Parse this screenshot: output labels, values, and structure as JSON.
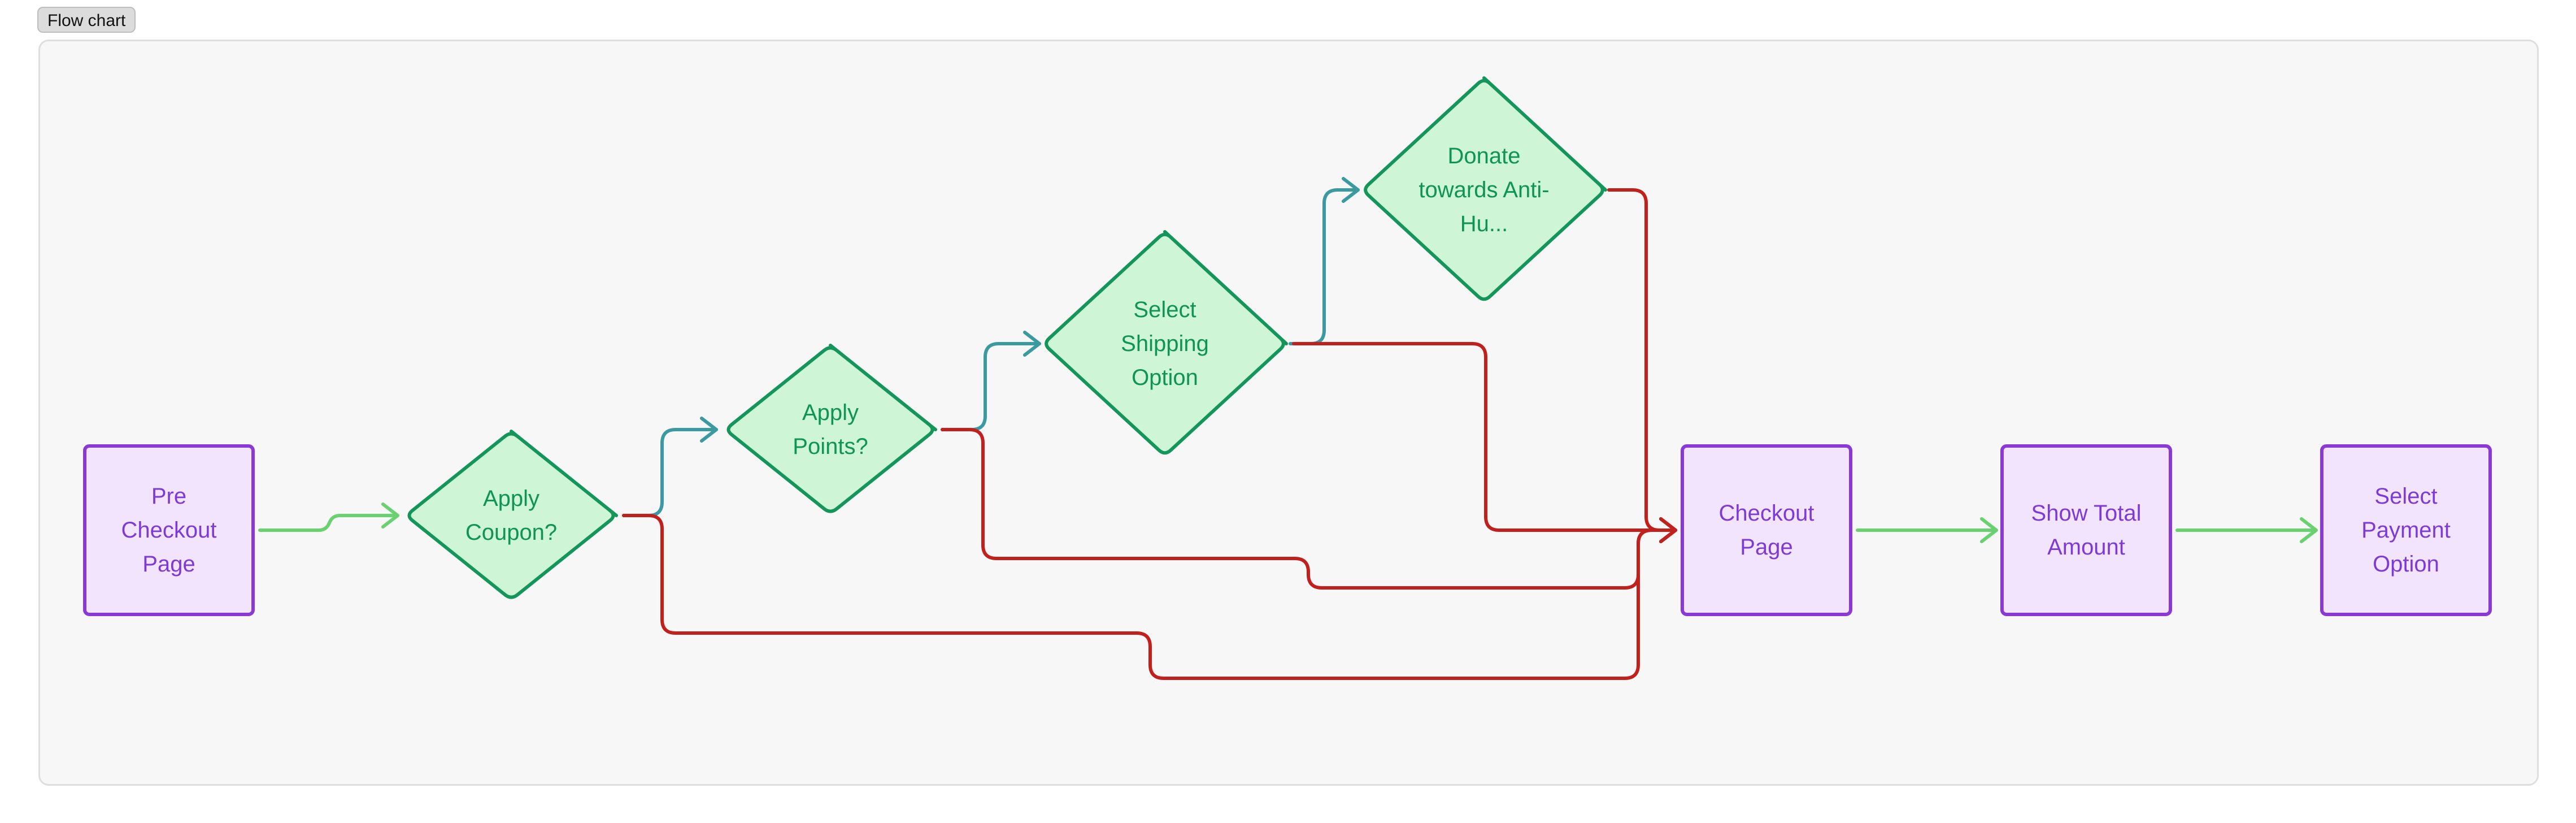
{
  "header": {
    "tab_label": "Flow chart"
  },
  "colors": {
    "process_fill": "#f1e4fc",
    "process_stroke": "#8a39d6",
    "process_text": "#7e3ad6",
    "decision_fill": "#cef5d6",
    "decision_stroke": "#14955a",
    "decision_text": "#0e9454",
    "edge_start": "#6ad171",
    "edge_yes": "#3a9aa0",
    "edge_no": "#c0211c",
    "canvas_bg": "#f7f7f7"
  },
  "nodes": {
    "pre_checkout": {
      "label": "Pre Checkout Page",
      "shape": "process"
    },
    "apply_coupon": {
      "label": "Apply Coupon?",
      "shape": "decision"
    },
    "apply_points": {
      "label": "Apply Points?",
      "shape": "decision"
    },
    "select_shipping": {
      "label": "Select Shipping Option",
      "shape": "decision"
    },
    "donate": {
      "label": "Donate towards Anti-Hu...",
      "shape": "decision"
    },
    "checkout": {
      "label": "Checkout Page",
      "shape": "process"
    },
    "show_total": {
      "label": "Show Total Amount",
      "shape": "process"
    },
    "select_payment": {
      "label": "Select Payment Option",
      "shape": "process"
    }
  },
  "edges": [
    {
      "from": "pre_checkout",
      "to": "apply_coupon",
      "kind": "start"
    },
    {
      "from": "apply_coupon",
      "to": "apply_points",
      "kind": "yes"
    },
    {
      "from": "apply_points",
      "to": "select_shipping",
      "kind": "yes"
    },
    {
      "from": "select_shipping",
      "to": "donate",
      "kind": "yes"
    },
    {
      "from": "apply_coupon",
      "to": "checkout",
      "kind": "no"
    },
    {
      "from": "apply_points",
      "to": "checkout",
      "kind": "no"
    },
    {
      "from": "select_shipping",
      "to": "checkout",
      "kind": "no"
    },
    {
      "from": "donate",
      "to": "checkout",
      "kind": "no"
    },
    {
      "from": "checkout",
      "to": "show_total",
      "kind": "start"
    },
    {
      "from": "show_total",
      "to": "select_payment",
      "kind": "start"
    }
  ]
}
